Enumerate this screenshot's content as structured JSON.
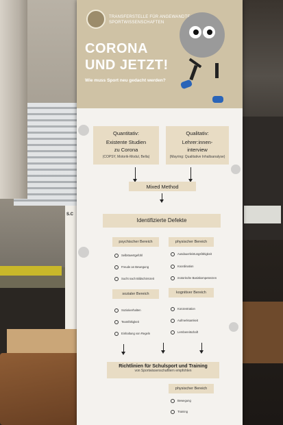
{
  "banner": {
    "institution_line1": "TRANSFERSTELLE FÜR ANGEWANDTE",
    "institution_line2": "SPORTWISSENSCHAFTEN",
    "title_line1": "CORONA",
    "title_line2": "UND JETZT!",
    "subtitle": "Wie muss Sport neu gedacht werden?",
    "quantitative": {
      "heading": "Quantitativ:",
      "line1": "Existente Studien",
      "line2": "zu Corona",
      "sub": "(COPSY, Motorik-Modul, Bella)"
    },
    "qualitative": {
      "heading": "Qualitativ:",
      "line1": "Lehrer:innen-",
      "line2": "interview",
      "sub": "(Mayring: Qualitative Inhaltsanalyse)"
    },
    "mixed_method": "Mixed Method",
    "defects_heading": "Identifizierte Defekte",
    "categories": {
      "psychisch": "psychischer Bereich",
      "physisch": "physischer Bereich",
      "sozial": "sozialer Bereich",
      "kognitiv": "kognitiver Bereich"
    },
    "psychisch_items": [
      "Selbstwertgefühl",
      "Freude an Bewegung",
      "Sucht nach Bildschirmzeit"
    ],
    "physisch_items": [
      "Ausdauerleistungsfähigkeit",
      "Koordination",
      "motorische Basiskompetenzen"
    ],
    "sozial_items": [
      "Sozialverhalten",
      "Teamfähigkeit",
      "Einhaltung von Regeln"
    ],
    "kognitiv_items": [
      "Konzentration",
      "Aufmerksamkeit",
      "Lernbereitschaft"
    ],
    "guidelines_heading": "Richtlinien für Schulsport und Training",
    "guidelines_sub": "von Sportwissenschaftlern empfohlen",
    "bottom_category": "physischer Bereich",
    "bottom_items": [
      "Bewegung",
      "Training"
    ]
  },
  "room": {
    "sign_text": "S.C"
  }
}
